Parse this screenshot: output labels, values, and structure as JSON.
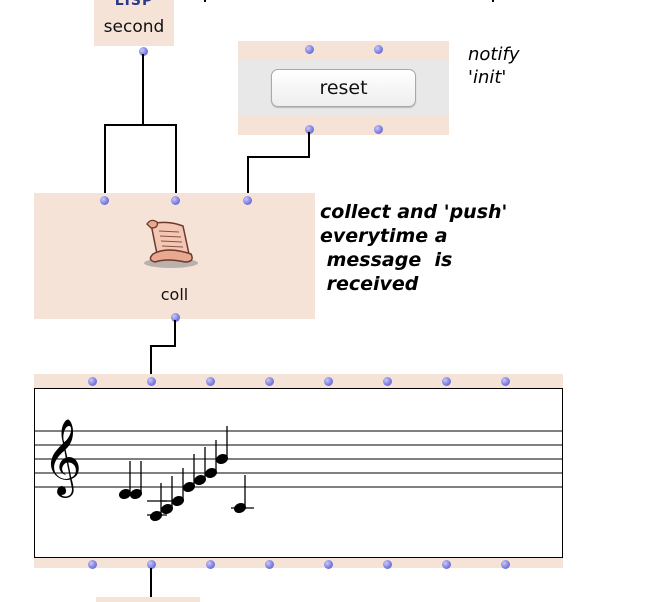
{
  "lisp_box": {
    "badge": "LISP",
    "function": "second"
  },
  "reset_box": {
    "button_label": "reset"
  },
  "notify_comment": "notify\n'init'",
  "coll_box": {
    "label": "coll",
    "icon": "scroll-icon"
  },
  "coll_comment": "collect and 'push'\neverytime a\n message  is\n received",
  "score_box": {
    "clef": "𝄞",
    "icon": "treble-clef-icon"
  },
  "colors": {
    "box_bg": "#f6e3d8",
    "reset_bg": "#e8e8e8",
    "inlet": "#7d7ee0",
    "wire": "#000000"
  }
}
